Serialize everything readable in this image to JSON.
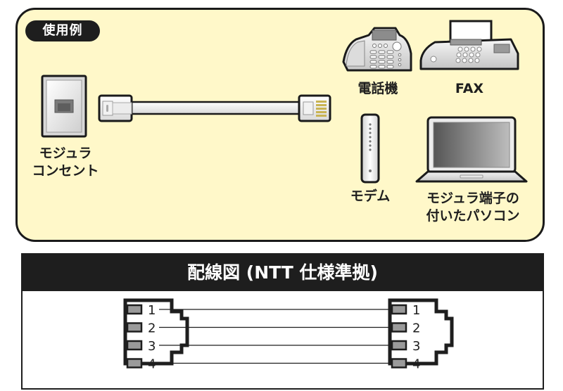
{
  "usage_example": {
    "badge": "使用例",
    "devices": {
      "wall_socket": {
        "line1": "モジュラ",
        "line2": "コンセント"
      },
      "telephone": {
        "label": "電話機"
      },
      "fax": {
        "label": "FAX"
      },
      "modem": {
        "label": "モデム"
      },
      "pc": {
        "line1": "モジュラ端子の",
        "line2": "付いたパソコン"
      }
    }
  },
  "wiring_diagram": {
    "title": "配線図 (NTT 仕様準拠)",
    "left_connector_pins": [
      "1",
      "2",
      "3",
      "4"
    ],
    "right_connector_pins": [
      "1",
      "2",
      "3",
      "4"
    ],
    "connections": [
      {
        "from": "1",
        "to": "1"
      },
      {
        "from": "2",
        "to": "2"
      },
      {
        "from": "3",
        "to": "3"
      },
      {
        "from": "4",
        "to": "4"
      }
    ]
  },
  "colors": {
    "panel_background": "#fff8c9",
    "dark": "#1e1e1e",
    "pin_gray": "#9a9a9a",
    "plug_contacts": "#c9b453"
  }
}
